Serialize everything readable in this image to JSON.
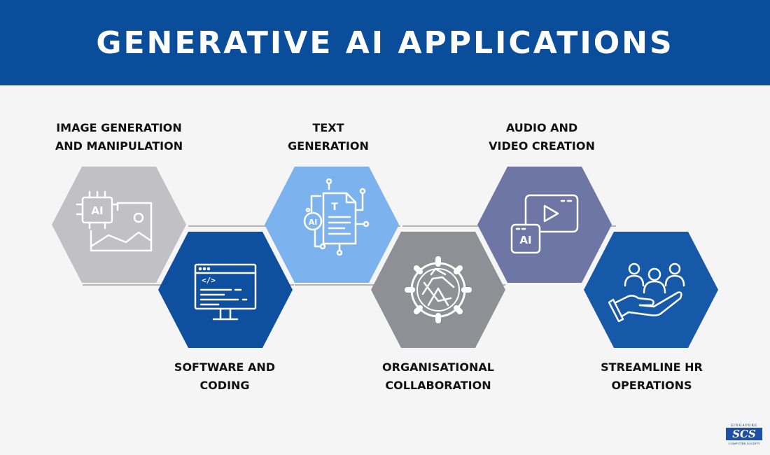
{
  "title": "GENERATIVE AI APPLICATIONS",
  "colors": {
    "header": "#0a4d9b",
    "background": "#f5f5f5",
    "gray_light": "#c1c1c3",
    "navy": "#0e4fa0",
    "sky": "#7cb3ef",
    "gray_mid": "#8f9096",
    "slate": "#6d76a4",
    "blue": "#1659a9"
  },
  "items": [
    {
      "line1": "IMAGE GENERATION",
      "line2": "AND MANIPULATION",
      "icon": "ai-image-icon"
    },
    {
      "line1": "SOFTWARE AND",
      "line2": "CODING",
      "icon": "code-monitor-icon"
    },
    {
      "line1": "TEXT",
      "line2": "GENERATION",
      "icon": "ai-document-icon"
    },
    {
      "line1": "ORGANISATIONAL",
      "line2": "COLLABORATION",
      "icon": "hands-gear-icon"
    },
    {
      "line1": "AUDIO AND",
      "line2": "VIDEO CREATION",
      "icon": "ai-video-icon"
    },
    {
      "line1": "STREAMLINE HR",
      "line2": "OPERATIONS",
      "icon": "people-hand-icon"
    }
  ],
  "logo": {
    "top_text": "SINGAPORE",
    "mark": "SCS",
    "bottom_text": "COMPUTER SOCIETY"
  }
}
